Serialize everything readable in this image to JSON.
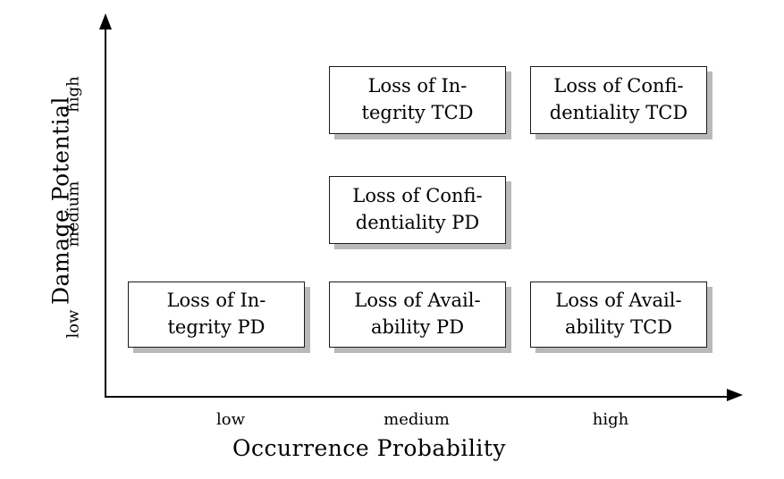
{
  "chart_data": {
    "type": "table",
    "title": "",
    "xlabel": "Occurrence Probability",
    "ylabel": "Damage Potential",
    "x_categories": [
      "low",
      "medium",
      "high"
    ],
    "y_categories": [
      "low",
      "medium",
      "high"
    ],
    "grid": false,
    "legend": "none",
    "cells": [
      {
        "x": "low",
        "y": "low",
        "line_1": "Loss of In-",
        "line_2": "tegrity PD"
      },
      {
        "x": "medium",
        "y": "low",
        "line_1": "Loss of Avail-",
        "line_2": "ability PD"
      },
      {
        "x": "high",
        "y": "low",
        "line_1": "Loss of Avail-",
        "line_2": "ability TCD"
      },
      {
        "x": "medium",
        "y": "medium",
        "line_1": "Loss of Confi-",
        "line_2": "dentiality PD"
      },
      {
        "x": "medium",
        "y": "high",
        "line_1": "Loss of In-",
        "line_2": "tegrity TCD"
      },
      {
        "x": "high",
        "y": "high",
        "line_1": "Loss of Confi-",
        "line_2": "dentiality TCD"
      }
    ],
    "empty_cells": [
      {
        "x": "low",
        "y": "medium"
      },
      {
        "x": "low",
        "y": "high"
      },
      {
        "x": "high",
        "y": "medium"
      }
    ]
  },
  "axes": {
    "y": {
      "title": "Damage Potential",
      "ticks": {
        "high": "high",
        "medium": "medium",
        "low": "low"
      }
    },
    "x": {
      "title": "Occurrence Probability",
      "ticks": {
        "low": "low",
        "medium": "medium",
        "high": "high"
      }
    }
  },
  "boxes": {
    "integrity_pd": {
      "line_1": "Loss of In-",
      "line_2": "tegrity PD"
    },
    "availability_pd": {
      "line_1": "Loss of Avail-",
      "line_2": "ability PD"
    },
    "availability_tcd": {
      "line_1": "Loss of Avail-",
      "line_2": "ability TCD"
    },
    "confidentiality_pd": {
      "line_1": "Loss of Confi-",
      "line_2": "dentiality PD"
    },
    "integrity_tcd": {
      "line_1": "Loss of In-",
      "line_2": "tegrity TCD"
    },
    "confidentiality_tcd": {
      "line_1": "Loss of Confi-",
      "line_2": "dentiality TCD"
    }
  },
  "colors": {
    "background": "#ffffff",
    "axis": "#000000",
    "box_border": "#1a1a1a",
    "box_fill": "#ffffff",
    "box_shadow": "#b9b9b9",
    "text": "#000000"
  }
}
